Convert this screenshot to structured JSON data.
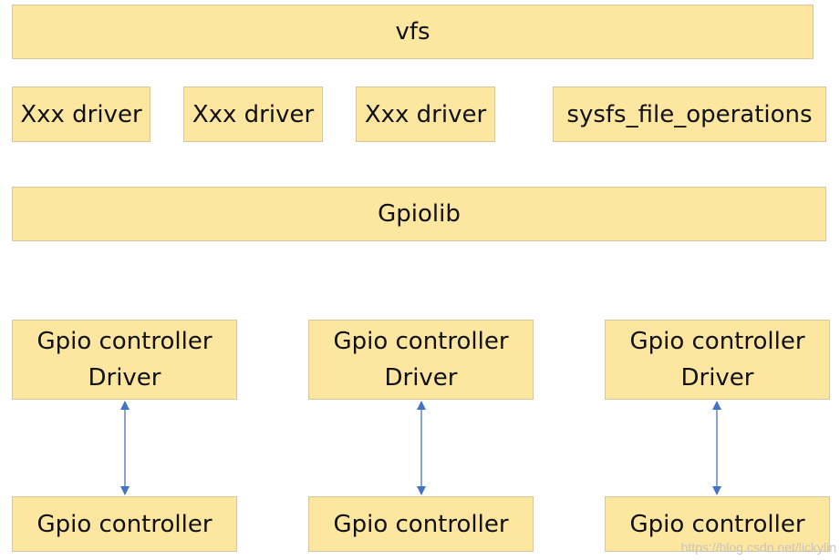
{
  "top": {
    "vfs": "vfs"
  },
  "drivers": [
    "Xxx driver",
    "Xxx driver",
    "Xxx driver"
  ],
  "sysfs": "sysfs_file_operations",
  "gpiolib": "Gpiolib",
  "controller_drivers": [
    {
      "line1": "Gpio controller",
      "line2": "Driver"
    },
    {
      "line1": "Gpio controller",
      "line2": "Driver"
    },
    {
      "line1": "Gpio controller",
      "line2": "Driver"
    }
  ],
  "controllers": [
    "Gpio controller",
    "Gpio controller",
    "Gpio controller"
  ],
  "watermark": "https://blog.csdn.net/lickylin",
  "colors": {
    "box_fill": "#fde6a0",
    "box_border": "#d8c79a",
    "arrow": "#4472c4"
  }
}
